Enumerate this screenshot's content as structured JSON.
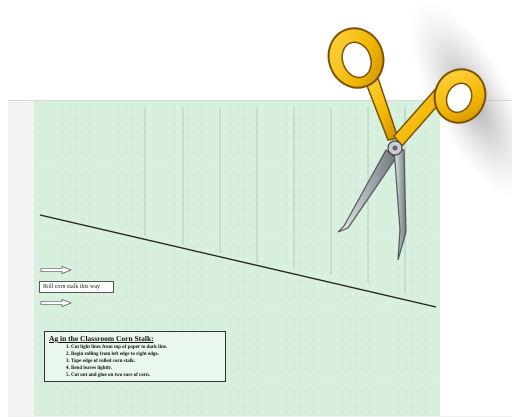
{
  "document": {
    "roll_label": "Roll corn stalk this way",
    "instructions_title": "Ag in the Classroom Corn Stalk:",
    "steps": [
      "Cut light lines from top of paper to dark line.",
      "Begin rolling from left edge to right edge.",
      "Tape edge of rolled corn stalk.",
      "Bend leaves lightly.",
      "Cut out and glue on two ears of corn."
    ]
  },
  "colors": {
    "paper": "#d6f0dd",
    "dark_line": "#222222",
    "cut_lines": "#9fb8a6",
    "scissors_handle": "#f2b705",
    "scissors_blade": "#9aa3a8"
  },
  "icons": {
    "tool": "scissors-icon",
    "direction": "right-arrow-icon"
  }
}
